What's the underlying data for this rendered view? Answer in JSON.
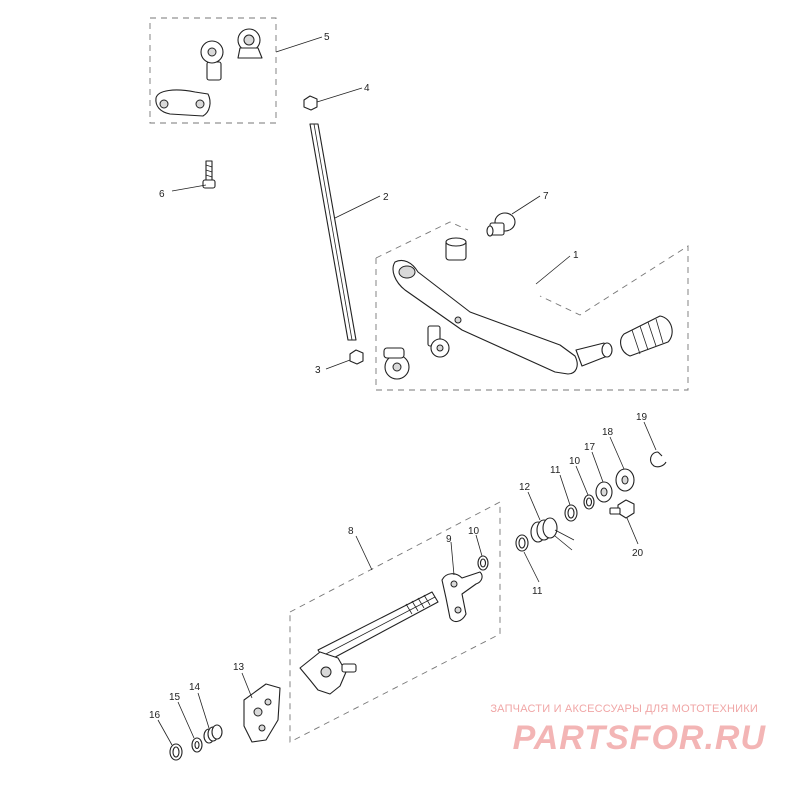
{
  "callouts": [
    {
      "id": "c1",
      "text": "1"
    },
    {
      "id": "c2",
      "text": "2"
    },
    {
      "id": "c3",
      "text": "3"
    },
    {
      "id": "c4",
      "text": "4"
    },
    {
      "id": "c5",
      "text": "5"
    },
    {
      "id": "c6",
      "text": "6"
    },
    {
      "id": "c7",
      "text": "7"
    },
    {
      "id": "c8",
      "text": "8"
    },
    {
      "id": "c9",
      "text": "9"
    },
    {
      "id": "c10a",
      "text": "10"
    },
    {
      "id": "c10b",
      "text": "10"
    },
    {
      "id": "c11a",
      "text": "11"
    },
    {
      "id": "c11b",
      "text": "11"
    },
    {
      "id": "c12",
      "text": "12"
    },
    {
      "id": "c13",
      "text": "13"
    },
    {
      "id": "c14",
      "text": "14"
    },
    {
      "id": "c15",
      "text": "15"
    },
    {
      "id": "c16",
      "text": "16"
    },
    {
      "id": "c17",
      "text": "17"
    },
    {
      "id": "c18",
      "text": "18"
    },
    {
      "id": "c19",
      "text": "19"
    },
    {
      "id": "c20",
      "text": "20"
    }
  ],
  "watermark": {
    "tagline": "ЗАПЧАСТИ И АКСЕССУАРЫ ДЛЯ МОТОТЕХНИКИ",
    "logo": "PARTSFOR.RU"
  },
  "colors": {
    "line": "#222222",
    "watermark": "#f0a6a6",
    "background": "#ffffff"
  }
}
